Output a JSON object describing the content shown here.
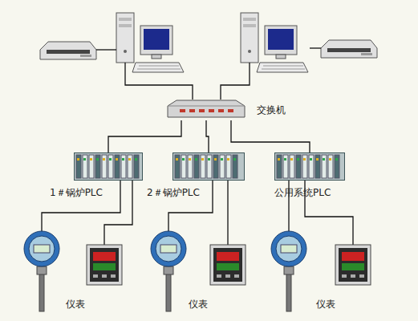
{
  "diagram": {
    "nodes": [
      {
        "text": [
          "交换机"
        ]
      },
      {
        "text": [
          "1＃锅炉PLC"
        ]
      },
      {
        "text": [
          "2＃锅炉PLC"
        ]
      },
      {
        "text": [
          "公用系统PLC"
        ]
      }
    ],
    "edges": [
      {
        "from": 0,
        "to": 1,
        "arrow": "none"
      },
      {
        "from": 0,
        "to": 2,
        "arrow": "none"
      },
      {
        "from": 0,
        "to": 3,
        "arrow": "none"
      }
    ],
    "labels": [
      "仪表",
      "仪表",
      "仪表"
    ]
  }
}
